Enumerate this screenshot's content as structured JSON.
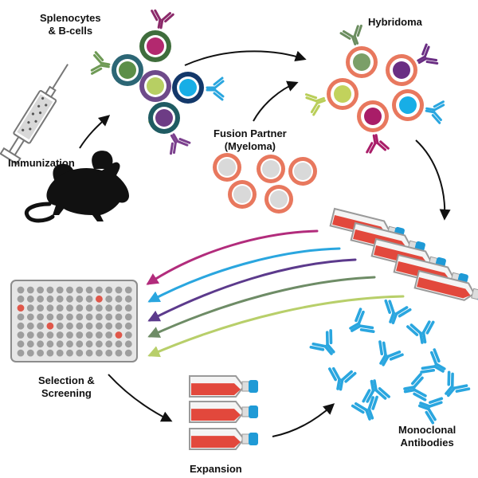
{
  "labels": {
    "splenocytes_line1": "Splenocytes",
    "splenocytes_line2": "& B-cells",
    "hybridoma": "Hybridoma",
    "immunization": "Immunization",
    "fusion_line1": "Fusion Partner",
    "fusion_line2": "(Myeloma)",
    "selection_line1": "Selection &",
    "selection_line2": "Screening",
    "expansion": "Expansion",
    "mab_line1": "Monoclonal",
    "mab_line2": "Antibodies"
  },
  "colors": {
    "arrow": "#111111",
    "mouse": "#111111",
    "flask_body": "#e2483c",
    "flask_cap": "#1f9ad6",
    "myeloma_ring": "#e8785e",
    "myeloma_core": "#d9d9d9",
    "antibody": "#2aa6df",
    "plate_bg": "#e6e6e6",
    "well": "#9e9e9e",
    "well_hit": "#e0574a",
    "clone_colors": [
      "#b22c7c",
      "#2aa6df",
      "#5c3a8c",
      "#6e8c66",
      "#b8cf6a"
    ]
  },
  "bcells": [
    {
      "ring": "#3f6d3c",
      "core": "#b3296f",
      "ab": "#8b2a6a"
    },
    {
      "ring": "#2c6675",
      "core": "#5c8f48",
      "ab": "#6e9a55"
    },
    {
      "ring": "#6e4a8a",
      "core": "#b7cf63",
      "ab": "#b9ce59"
    },
    {
      "ring": "#13386a",
      "core": "#17aee6",
      "ab": "#2aa6df"
    },
    {
      "ring": "#1f5b62",
      "core": "#6d3c85",
      "ab": "#7b3f8d"
    }
  ],
  "hybridomas": [
    {
      "core": "#7b9f68",
      "ab": "#6b8d5f"
    },
    {
      "core": "#6a2e83",
      "ab": "#6a2e83"
    },
    {
      "core": "#c2d25c",
      "ab": "#b9ce59"
    },
    {
      "core": "#a91d68",
      "ab": "#a91d68"
    },
    {
      "core": "#17aee6",
      "ab": "#2aa6df"
    }
  ],
  "plate": {
    "rows": 8,
    "cols": 12,
    "hits": [
      [
        2,
        0
      ],
      [
        1,
        8
      ],
      [
        4,
        3
      ],
      [
        5,
        10
      ]
    ]
  }
}
